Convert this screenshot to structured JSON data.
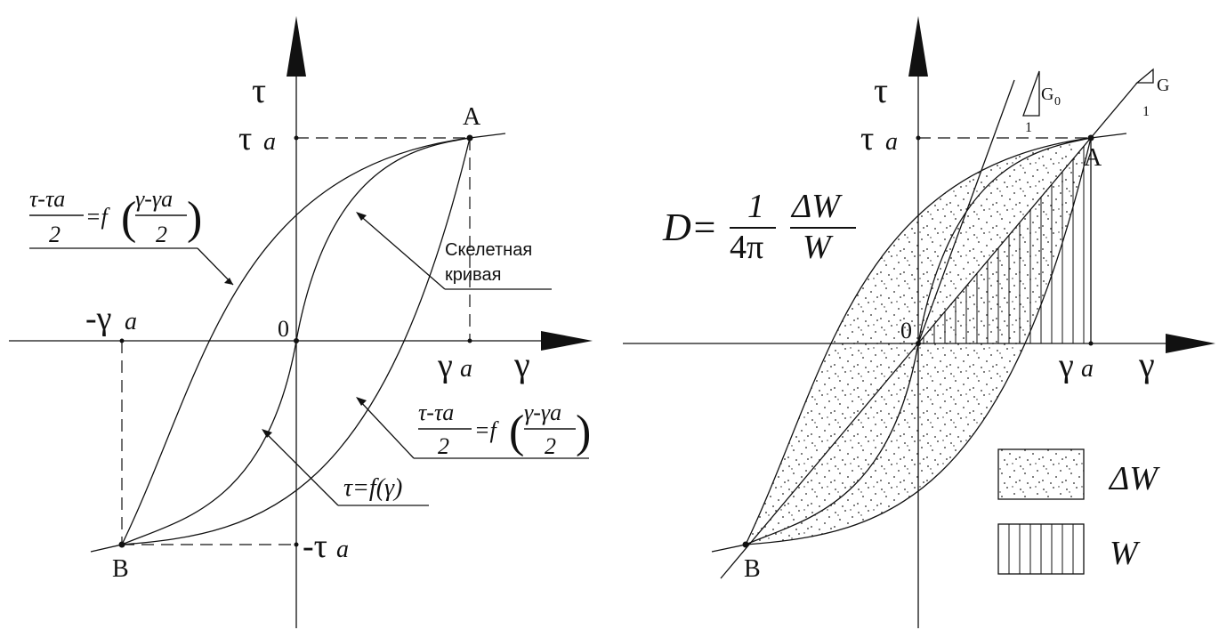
{
  "left_diagram": {
    "axis_tau": "τ",
    "axis_gamma": "γ",
    "origin": "0",
    "tau_a": "τ",
    "gamma_a": "γ",
    "neg_tau_a": "-τ",
    "neg_gamma_a": "-γ",
    "sub_a": "a",
    "point_a": "A",
    "point_b": "B",
    "eq_upper": {
      "num_left": "τ-τa",
      "den_left": "2",
      "eq": "=f",
      "num_right": "γ-γa",
      "den_right": "2"
    },
    "eq_lower": {
      "num_left": "τ-τa",
      "den_left": "2",
      "eq": "=f",
      "num_right": "γ-γa",
      "den_right": "2"
    },
    "eq_skeleton": "τ=f(γ)",
    "skeleton_label_1": "Скелетная",
    "skeleton_label_2": "кривая"
  },
  "right_diagram": {
    "axis_tau": "τ",
    "axis_gamma": "γ",
    "origin": "0",
    "tau_a": "τ",
    "gamma_a": "γ",
    "sub_a": "a",
    "point_a": "A",
    "point_b": "B",
    "g0": "G",
    "g0_sub": "0",
    "g": "G",
    "slope_one": "1",
    "formula": {
      "lhs": "D=",
      "num1": "1",
      "den1": "4π",
      "num2": "ΔW",
      "den2": "W"
    },
    "legend": [
      {
        "pattern": "dots",
        "label": "ΔW"
      },
      {
        "pattern": "vlines",
        "label": "W"
      }
    ]
  }
}
